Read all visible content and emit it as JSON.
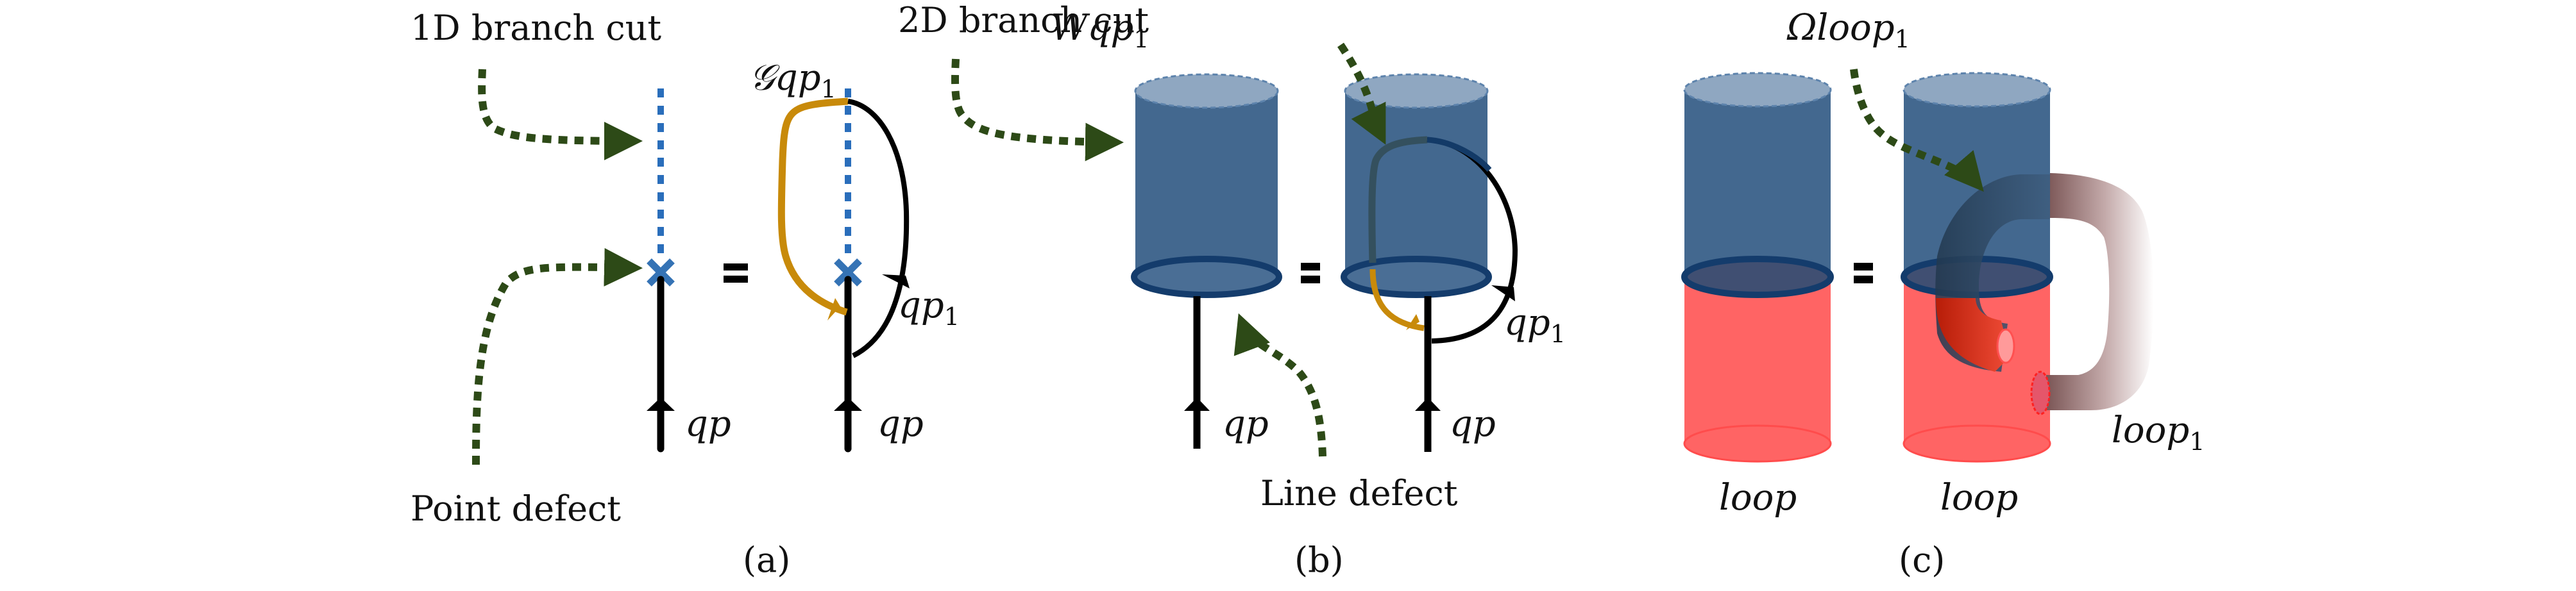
{
  "colors": {
    "arrow_green": "#2d4a17",
    "branch_cut_blue": "#2a6ebb",
    "defect_marker_blue": "#3573b5",
    "worldline_black": "#000000",
    "gold_line": "#c88a0a",
    "cylinder_blue": "#43688f",
    "cylinder_top": "#8fa7c1",
    "cylinder_rim": "#143c6c",
    "loop_red": "#ff6464",
    "tube_brown": "#8b6565"
  },
  "panels": [
    {
      "id": "a",
      "caption": "(a)",
      "labels": {
        "branch_cut": "1D branch cut",
        "defect": "Point defect",
        "operator": "𝒢qp",
        "operator_sub": "1",
        "left_line": "qp",
        "right_line": "qp",
        "loop_line": "qp",
        "loop_line_sub": "1"
      },
      "equals": "="
    },
    {
      "id": "b",
      "caption": "(b)",
      "labels": {
        "branch_cut": "2D branch cut",
        "defect": "Line defect",
        "operator": "Wqp",
        "operator_sub": "1",
        "left_line": "qp",
        "right_line": "qp",
        "loop_line": "qp",
        "loop_line_sub": "1"
      },
      "equals": "="
    },
    {
      "id": "c",
      "caption": "(c)",
      "labels": {
        "operator": "Ωloop",
        "operator_sub": "1",
        "left_loop": "loop",
        "right_loop": "loop",
        "extra_loop": "loop",
        "extra_loop_sub": "1"
      },
      "equals": "="
    }
  ]
}
